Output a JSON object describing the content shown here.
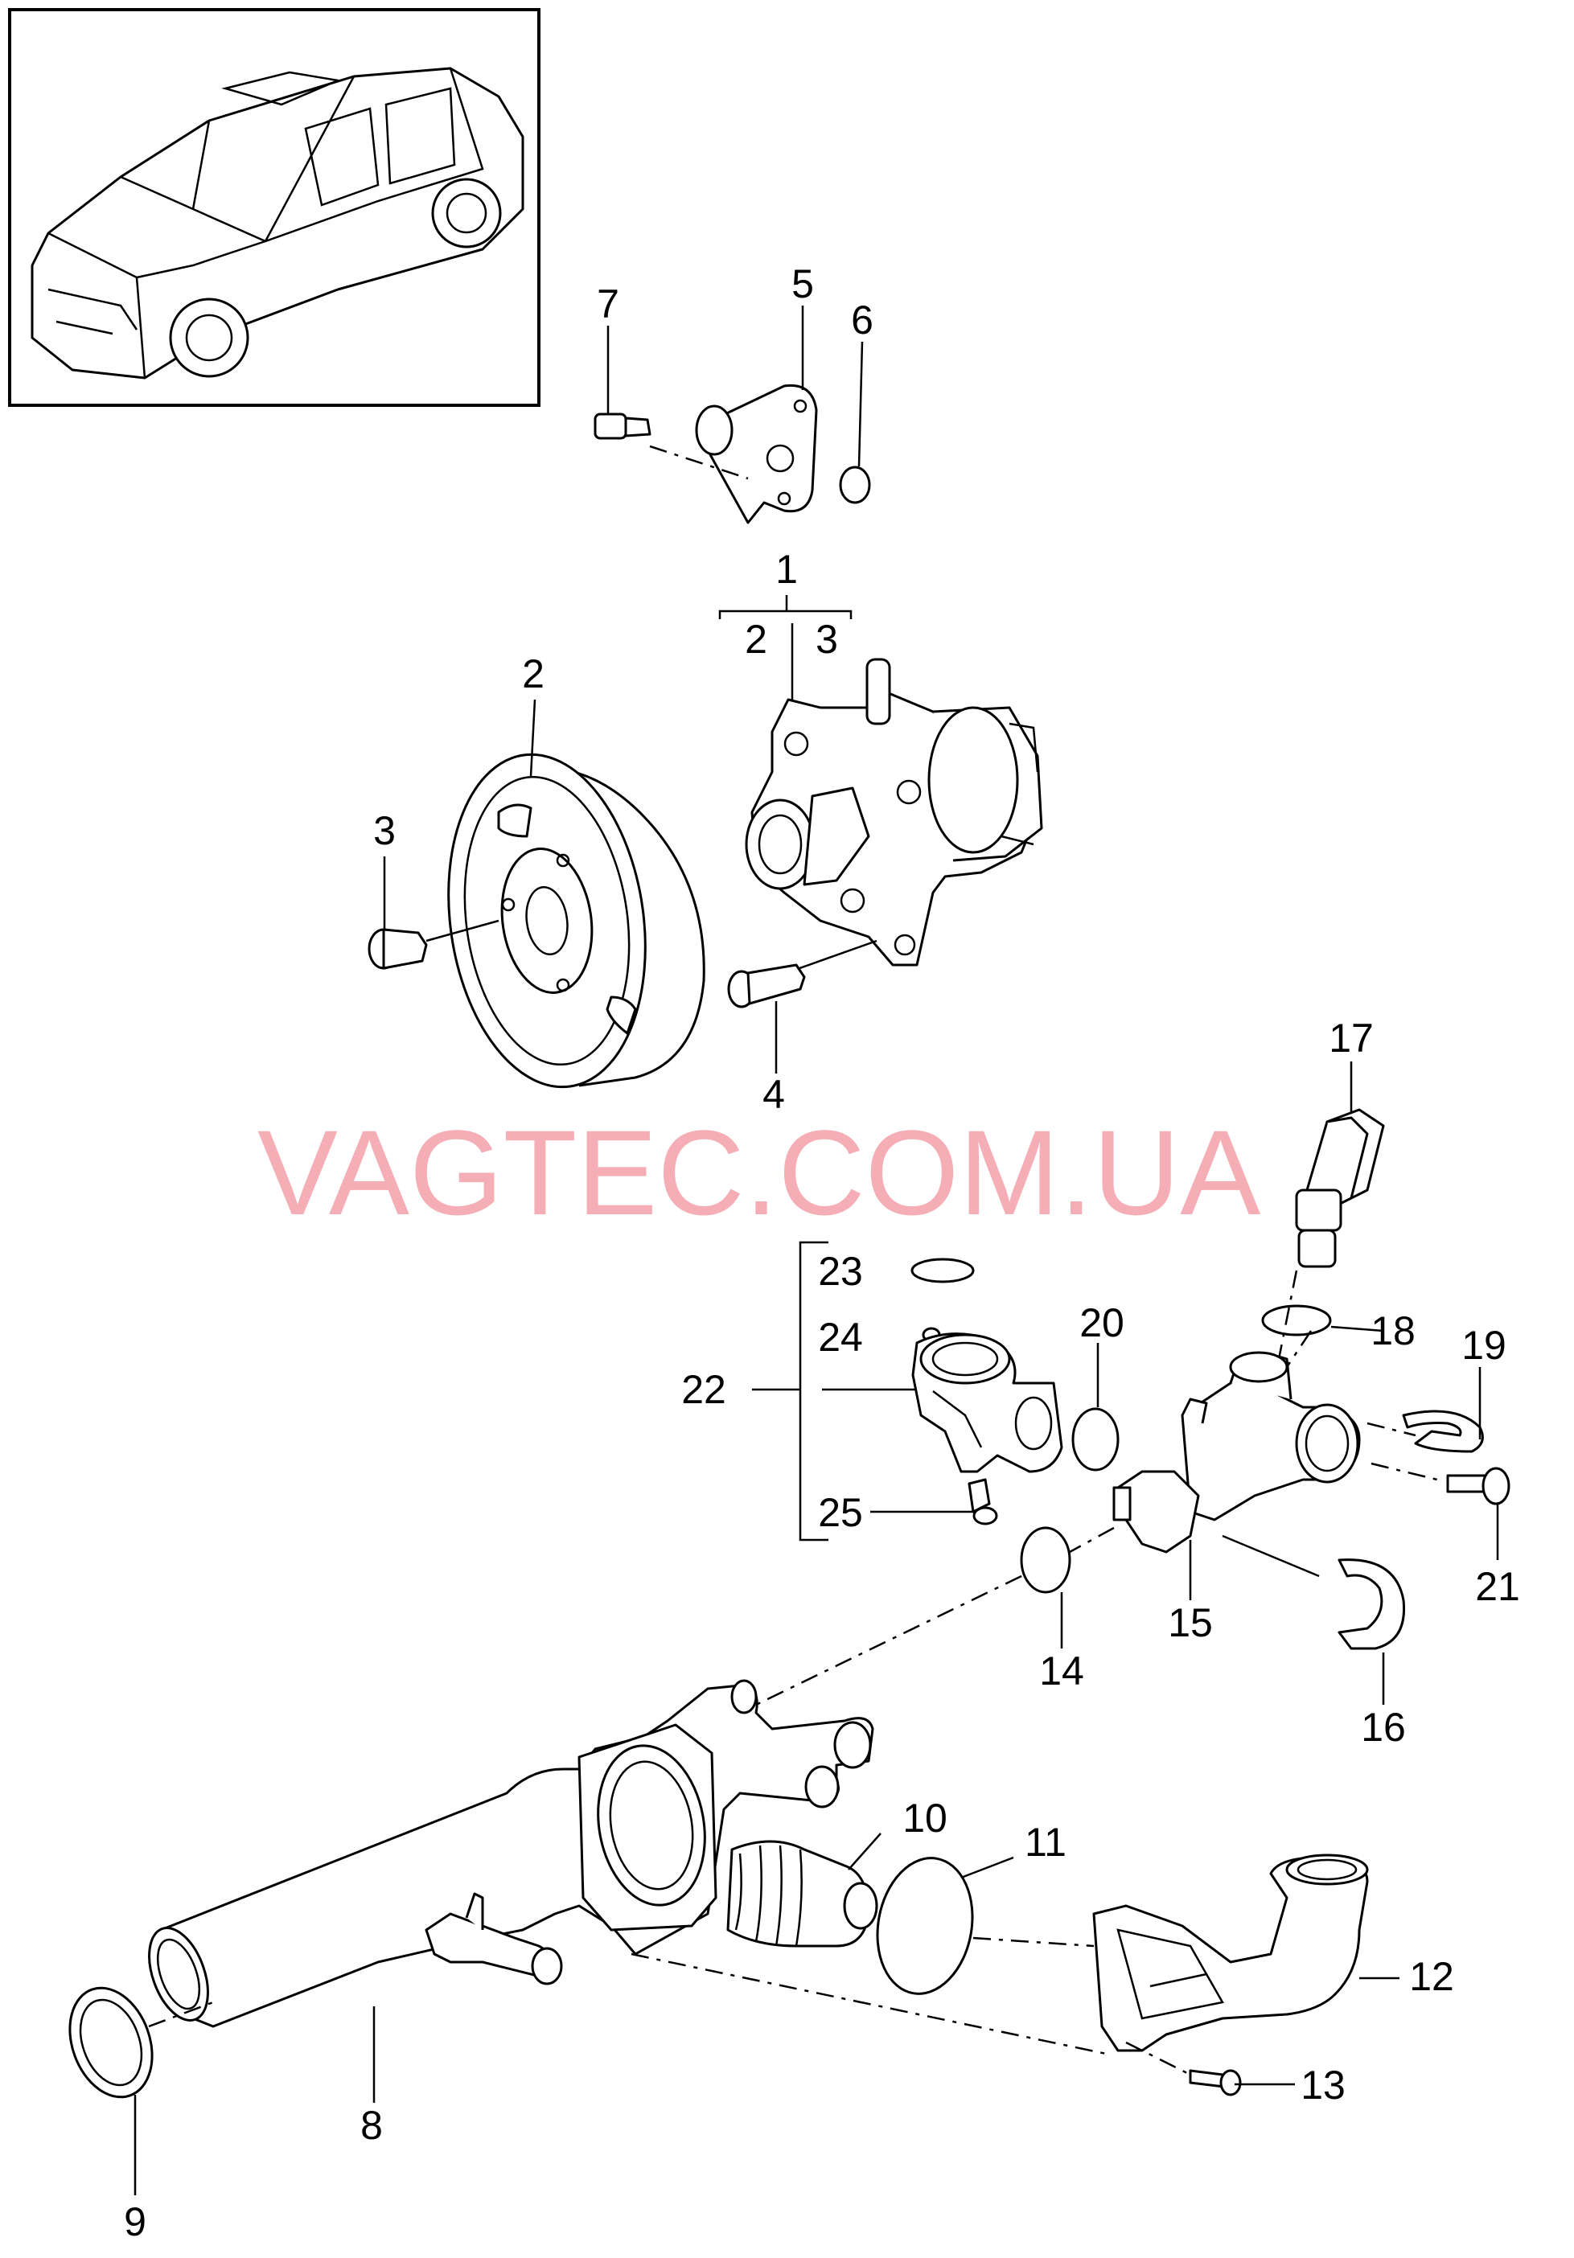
{
  "watermark": "VAGTEC.COM.UA",
  "accent_color": "#f4a6ad",
  "parts": [
    {
      "key": "p1",
      "label": "1"
    },
    {
      "key": "p2a",
      "label": "2"
    },
    {
      "key": "p3a",
      "label": "3"
    },
    {
      "key": "p2",
      "label": "2"
    },
    {
      "key": "p3",
      "label": "3"
    },
    {
      "key": "p4",
      "label": "4"
    },
    {
      "key": "p5",
      "label": "5"
    },
    {
      "key": "p6",
      "label": "6"
    },
    {
      "key": "p7",
      "label": "7"
    },
    {
      "key": "p8",
      "label": "8"
    },
    {
      "key": "p9",
      "label": "9"
    },
    {
      "key": "p10",
      "label": "10"
    },
    {
      "key": "p11",
      "label": "11"
    },
    {
      "key": "p12",
      "label": "12"
    },
    {
      "key": "p13",
      "label": "13"
    },
    {
      "key": "p14",
      "label": "14"
    },
    {
      "key": "p15",
      "label": "15"
    },
    {
      "key": "p16",
      "label": "16"
    },
    {
      "key": "p17",
      "label": "17"
    },
    {
      "key": "p18",
      "label": "18"
    },
    {
      "key": "p19",
      "label": "19"
    },
    {
      "key": "p20",
      "label": "20"
    },
    {
      "key": "p21",
      "label": "21"
    },
    {
      "key": "p22",
      "label": "22"
    },
    {
      "key": "p23",
      "label": "23"
    },
    {
      "key": "p24",
      "label": "24"
    },
    {
      "key": "p25",
      "label": "25"
    }
  ]
}
